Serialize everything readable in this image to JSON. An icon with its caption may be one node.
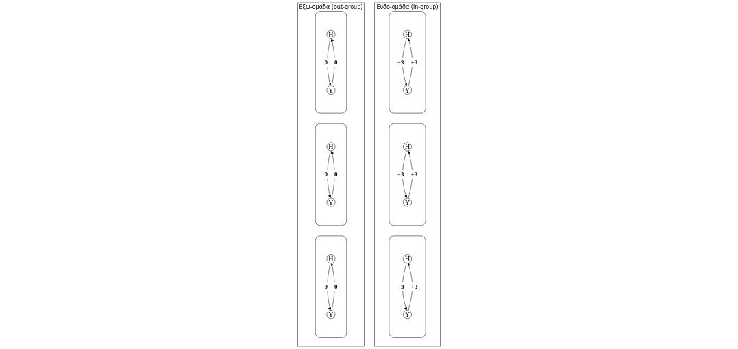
{
  "diagram": {
    "nodes": [
      {
        "text": [
          "Ενδο-ομάδα (in-group)"
        ]
      },
      {
        "text": [],
        "shape": "box",
        "in": 0
      },
      {
        "text": [
          "H"
        ],
        "in": 1
      },
      {
        "text": [
          "Y"
        ],
        "in": 1
      },
      {
        "text": [],
        "shape": "box",
        "in": 0
      },
      {
        "text": [
          "H"
        ],
        "in": 4
      },
      {
        "text": [
          "Y"
        ],
        "in": 4
      },
      {
        "text": [],
        "shape": "box",
        "in": 0
      },
      {
        "text": [
          "H"
        ],
        "in": 7
      },
      {
        "text": [
          "Y"
        ],
        "in": 7
      },
      {
        "text": [
          "Εξω-ομάδα (out-group)"
        ]
      },
      {
        "text": [],
        "shape": "box",
        "in": 10
      },
      {
        "text": [
          "H"
        ],
        "in": 11
      },
      {
        "text": [
          "Y"
        ],
        "in": 11
      },
      {
        "text": [],
        "shape": "box",
        "in": 10
      },
      {
        "text": [
          "H"
        ],
        "in": 14
      },
      {
        "text": [
          "Y"
        ],
        "in": 14
      },
      {
        "text": [],
        "shape": "box",
        "in": 10
      },
      {
        "text": [
          "H"
        ],
        "in": 17
      },
      {
        "text": [
          "Y"
        ],
        "in": 17
      }
    ],
    "edges": [
      {
        "from": 2,
        "to": 3,
        "arrow": "to",
        "label": "+3"
      },
      {
        "from": 3,
        "to": 2,
        "arrow": "to",
        "label": "+3"
      },
      {
        "from": 5,
        "to": 6,
        "arrow": "to",
        "label": "+3"
      },
      {
        "from": 6,
        "to": 5,
        "arrow": "to",
        "label": "+3"
      },
      {
        "from": 8,
        "to": 9,
        "arrow": "to",
        "label": "+3"
      },
      {
        "from": 9,
        "to": 8,
        "arrow": "to",
        "label": "+3"
      },
      {
        "from": 12,
        "to": 13,
        "arrow": "to",
        "label": "0"
      },
      {
        "from": 13,
        "to": 12,
        "arrow": "to",
        "label": "0"
      },
      {
        "from": 15,
        "to": 16,
        "arrow": "to",
        "label": "0"
      },
      {
        "from": 16,
        "to": 15,
        "arrow": "to",
        "label": "0"
      },
      {
        "from": 18,
        "to": 19,
        "arrow": "to",
        "label": "0"
      },
      {
        "from": 19,
        "to": 18,
        "arrow": "to",
        "label": "0"
      }
    ]
  }
}
